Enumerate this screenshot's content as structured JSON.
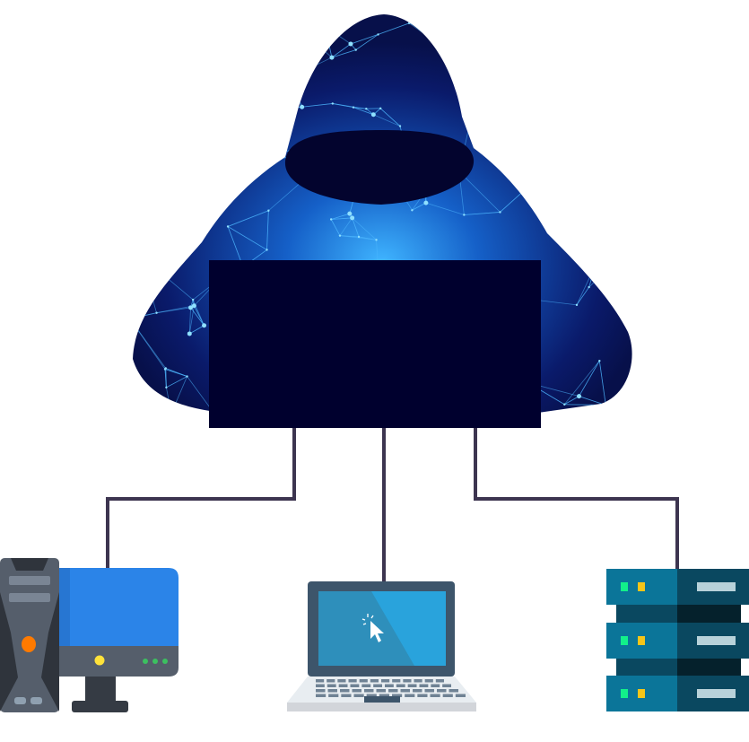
{
  "colors": {
    "background": "#ffffff",
    "connector": "#3d3550",
    "hood_dark": "#05063a",
    "hood_glow": "#1e8fff",
    "laptop_screen_back": "#00002e",
    "desktop_blue": "#2b84e8",
    "server_teal": "#0b7599",
    "server_dark": "#0a4860"
  },
  "nodes": [
    {
      "id": "attacker",
      "icon": "hooded-hacker-icon"
    },
    {
      "id": "desktop",
      "icon": "desktop-computer-icon"
    },
    {
      "id": "laptop",
      "icon": "laptop-icon"
    },
    {
      "id": "server",
      "icon": "server-rack-icon"
    }
  ]
}
